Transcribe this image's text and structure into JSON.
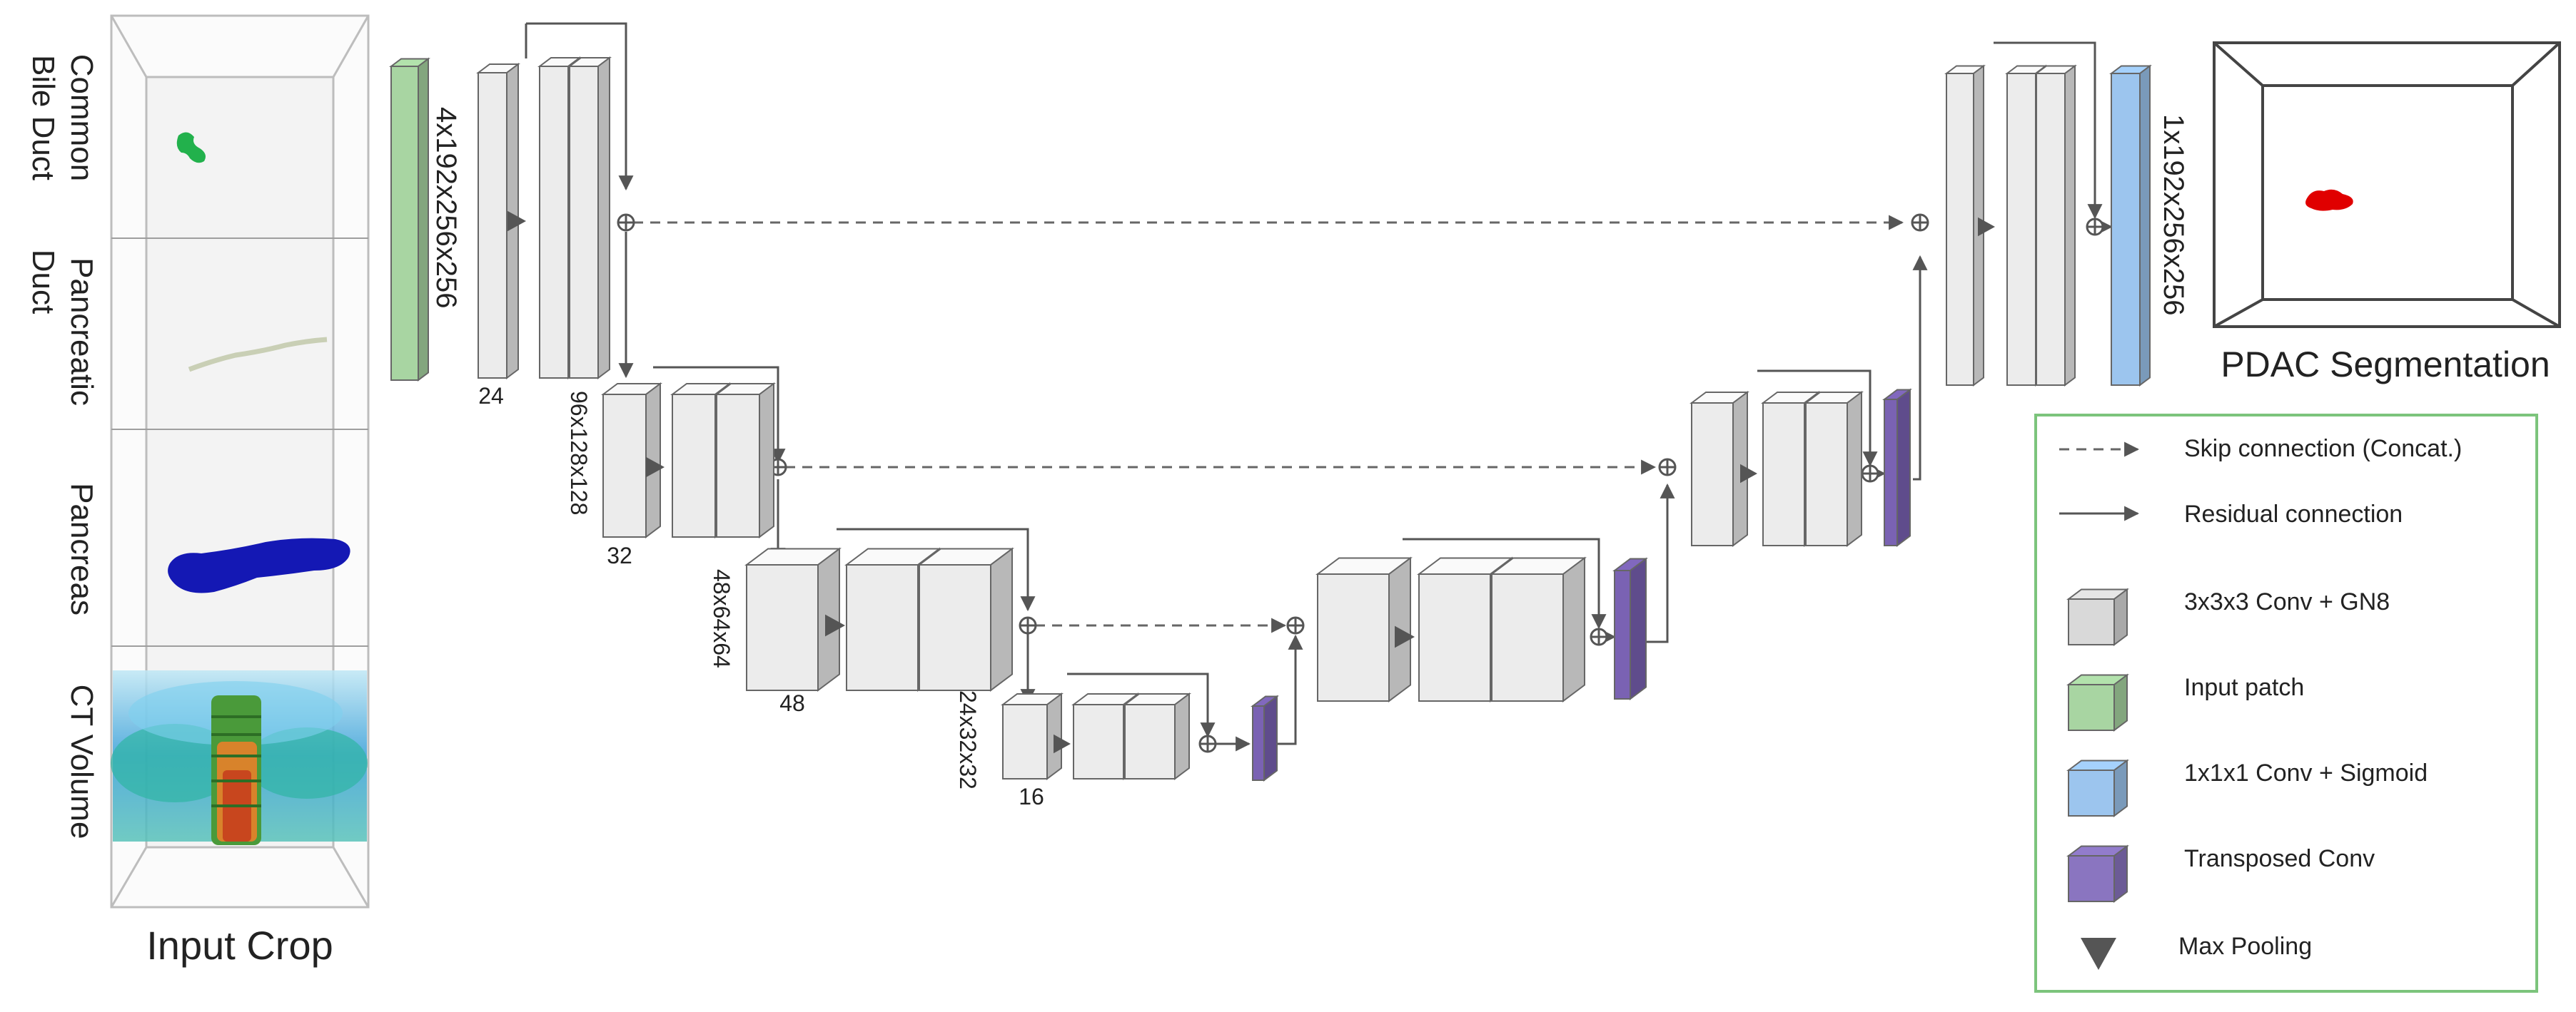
{
  "input": {
    "title": "Input Crop",
    "panels": [
      {
        "label_line1": "Common",
        "label_line2": "Bile Duct"
      },
      {
        "label_line1": "Pancreatic",
        "label_line2": "Duct"
      },
      {
        "label_line1": "Pancreas",
        "label_line2": ""
      },
      {
        "label_line1": "CT Volume",
        "label_line2": ""
      }
    ]
  },
  "network": {
    "encoder": [
      {
        "dims": "4x192x256x256",
        "channels": "24"
      },
      {
        "dims": "96x128x128",
        "channels": "32"
      },
      {
        "dims": "48x64x64",
        "channels": "48"
      },
      {
        "dims": "24x32x32",
        "channels": "16"
      }
    ],
    "output_dims": "1x192x256x256"
  },
  "output": {
    "title": "PDAC Segmentation"
  },
  "legend": {
    "items": [
      {
        "label": "Skip connection (Concat.)",
        "icon": "dashed-arrow-icon"
      },
      {
        "label": "Residual connection",
        "icon": "solid-arrow-icon"
      },
      {
        "label": "3x3x3 Conv + GN8",
        "icon": "gray-cube-icon",
        "color": "#d9d9d9"
      },
      {
        "label": "Input patch",
        "icon": "green-cube-icon",
        "color": "#a8d5a2"
      },
      {
        "label": "1x1x1 Conv + Sigmoid",
        "icon": "blue-cube-icon",
        "color": "#9cc5ee"
      },
      {
        "label": "Transposed Conv",
        "icon": "purple-cube-icon",
        "color": "#8a75c0"
      },
      {
        "label": "Max Pooling",
        "icon": "down-triangle-icon"
      }
    ]
  },
  "colors": {
    "conv_front": "#ececec",
    "conv_side": "#b7b7b7",
    "conv_top": "#f7f7f7",
    "input_patch": "#a8d5a2",
    "sigmoid": "#9cc5ee",
    "transposed": "#7a62b3",
    "legend_border": "#7cc47c",
    "arrow": "#555555",
    "skip": "#666666",
    "ct_blue": "#3aa0d8",
    "pancreas": "#1418b4",
    "bile_duct": "#22b14c",
    "tumor": "#e00000"
  }
}
